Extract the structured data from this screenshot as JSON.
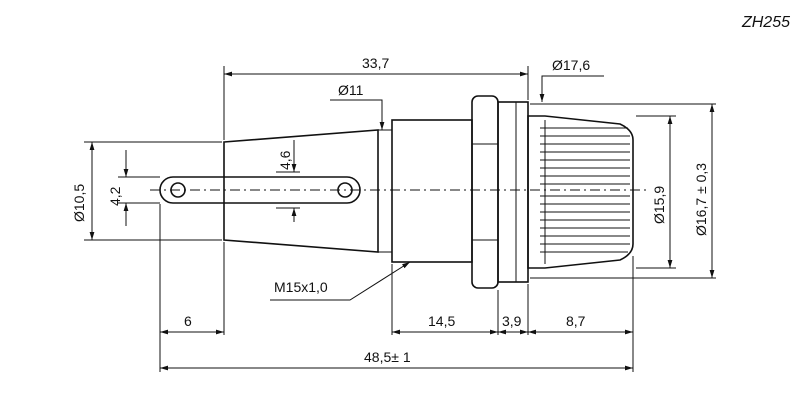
{
  "title": "ZH255",
  "dimensions": {
    "overall_head": "33,7",
    "flange_dia": "Ø17,6",
    "bushing_dia": "Ø11",
    "terminal_gap": "4,6",
    "body_dia": "Ø10,5",
    "terminal_width": "4,2",
    "cap_dia": "Ø15,9",
    "cap_outer_dia": "Ø16,7 ± 0,3",
    "thread": "M15x1,0",
    "terminal_length": "6",
    "thread_length": "14,5",
    "nut_length": "3,9",
    "cap_length": "8,7",
    "overall_length": "48,5± 1"
  }
}
